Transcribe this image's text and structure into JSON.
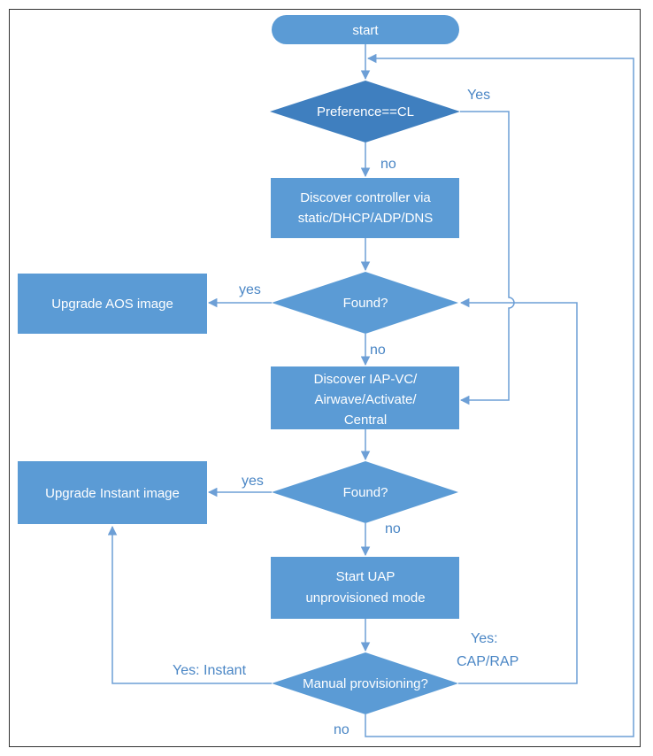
{
  "colors": {
    "node_fill": "#5b9bd5",
    "node_fill_dark": "#3f7fbf",
    "connector": "#6d9fd6",
    "label": "#4a86c5",
    "border": "#333333"
  },
  "nodes": {
    "start": "start",
    "preference": "Preference==CL",
    "discover_controller": [
      "Discover controller via",
      "static/DHCP/ADP/DNS"
    ],
    "found_1": "Found?",
    "upgrade_aos": "Upgrade AOS image",
    "discover_iap": [
      "Discover IAP-VC/",
      "Airwave/Activate/",
      "Central"
    ],
    "found_2": "Found?",
    "upgrade_instant": "Upgrade Instant image",
    "start_uap": [
      "Start UAP",
      "unprovisioned mode"
    ],
    "manual_provisioning": "Manual provisioning?"
  },
  "edges": {
    "pref_yes": "Yes",
    "pref_no": "no",
    "found1_yes": "yes",
    "found1_no": "no",
    "found2_yes": "yes",
    "found2_no": "no",
    "manual_yes_instant": "Yes: Instant",
    "manual_yes_cap_line1": "Yes:",
    "manual_yes_cap_line2": "CAP/RAP",
    "manual_no": "no"
  }
}
